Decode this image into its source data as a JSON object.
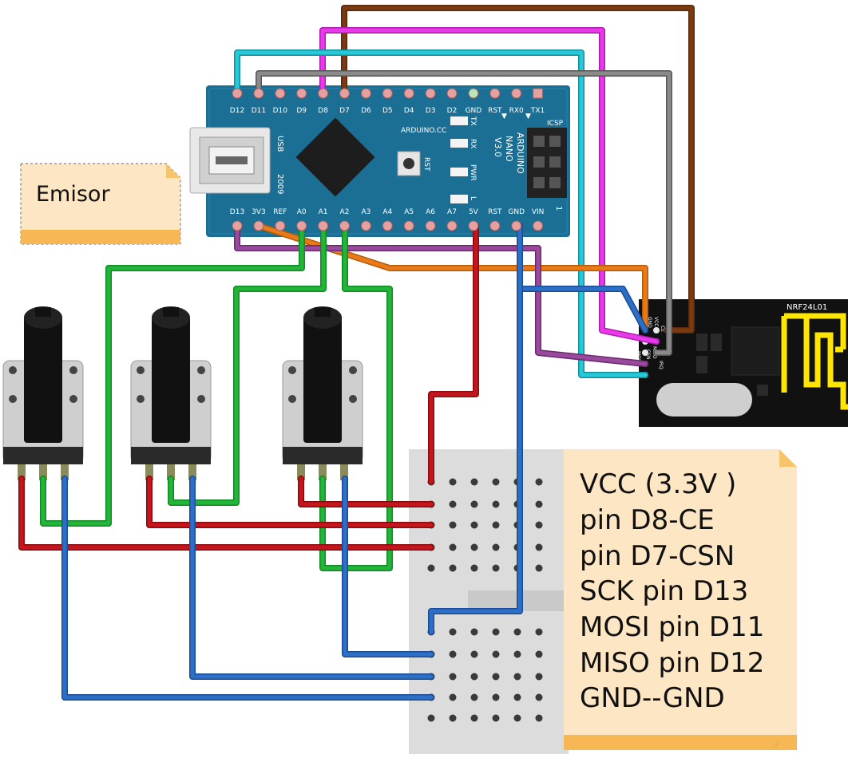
{
  "note_emisor": {
    "label": "Emisor"
  },
  "arduino": {
    "top_pins": [
      "D12",
      "D11",
      "D10",
      "D9",
      "D8",
      "D7",
      "D6",
      "D5",
      "D4",
      "D3",
      "D2",
      "GND",
      "RST",
      "RX0",
      "TX1"
    ],
    "bottom_pins": [
      "D13",
      "3V3",
      "REF",
      "A0",
      "A1",
      "A2",
      "A3",
      "A4",
      "A5",
      "A6",
      "A7",
      "5V",
      "RST",
      "GND",
      "VIN"
    ],
    "usb_label": "USB",
    "year_label": "2009",
    "brand": "ARDUINO.CC",
    "rst_label": "RST",
    "tx_label": "TX",
    "rx_label": "RX",
    "pwr_label": "PWR",
    "l_label": "L",
    "model_lines": [
      "ARDUINO",
      "NANO",
      "V3.0"
    ],
    "icsp_label": "ICSP",
    "icsp_pin1": "1"
  },
  "nrf": {
    "title": "NRF24L01",
    "pin_labels": [
      "GND",
      "VCC",
      "CE",
      "CSN",
      "SCK",
      "MOSI",
      "MISO",
      "IRQ"
    ]
  },
  "pin_note": {
    "lines": [
      "VCC (3.3V )",
      "pin D8-CE",
      "pin D7-CSN",
      "SCK pin D13",
      "MOSI pin D11",
      "MISO pin D12",
      "GND--GND"
    ]
  },
  "colors": {
    "arduino_board": "#1b6f95",
    "wire_green": "#22b53a",
    "wire_red": "#c4161c",
    "wire_blue": "#2d6fc6",
    "wire_cyan": "#27c9d8",
    "wire_magenta": "#e83ae8",
    "wire_brown": "#7a3a12",
    "wire_gray": "#888888",
    "wire_orange": "#e87a1a",
    "wire_purple": "#9a4a9c",
    "note_bg": "#fde6c4",
    "antenna": "#ffe600"
  }
}
